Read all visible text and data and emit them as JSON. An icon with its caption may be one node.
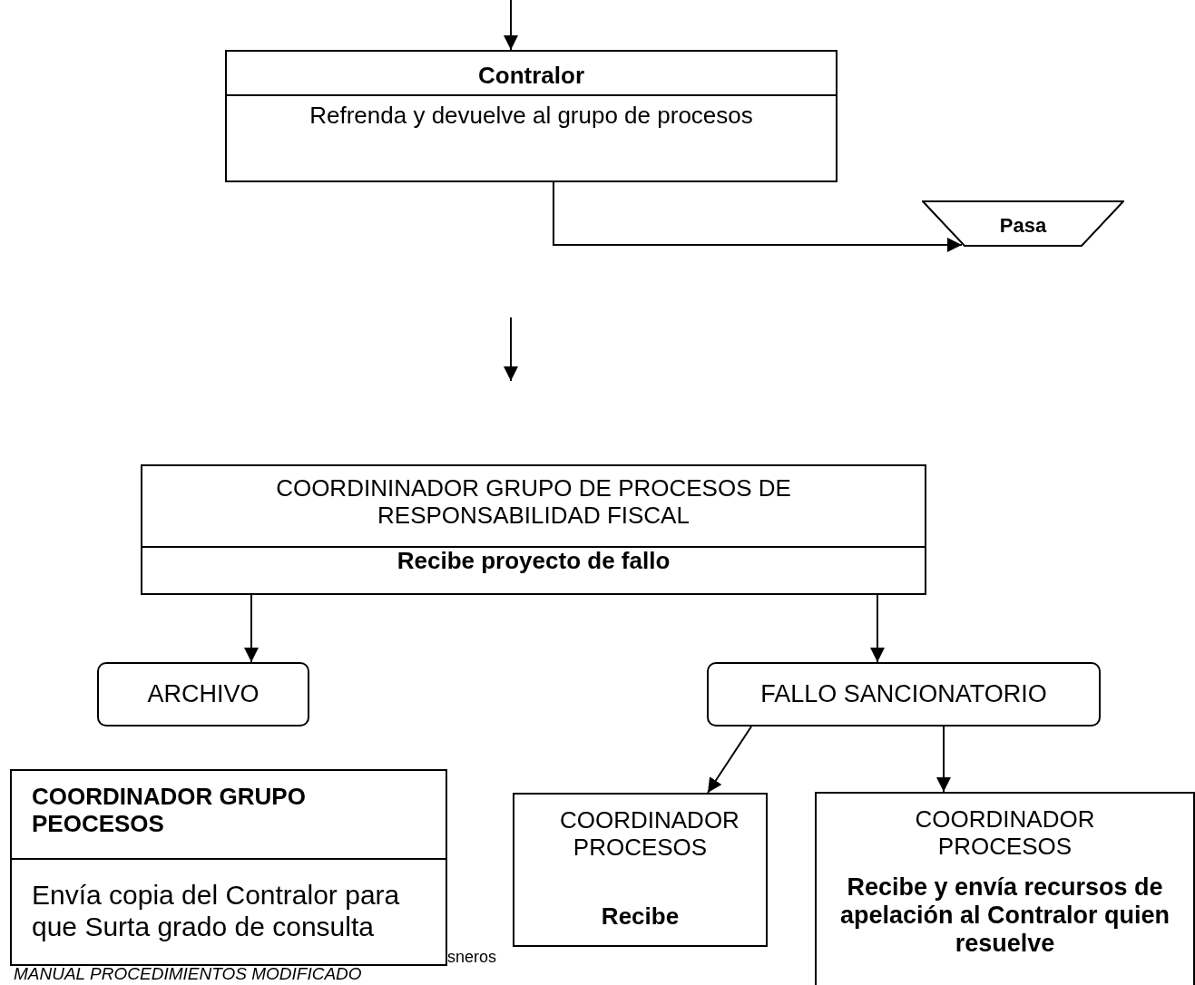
{
  "diagram": {
    "nodes": [
      {
        "text": [
          "Contralor",
          "Refrenda y devuelve al grupo de procesos"
        ]
      },
      {
        "text": [
          "Pasa"
        ]
      },
      {
        "text": [
          "COORDININADOR GRUPO DE PROCESOS DE RESPONSABILIDAD FISCAL",
          "Recibe proyecto de fallo"
        ]
      },
      {
        "text": [
          "ARCHIVO"
        ]
      },
      {
        "text": [
          "FALLO SANCIONATORIO"
        ]
      },
      {
        "text": [
          "COORDINADOR GRUPO PEOCESOS",
          "Envía copia del Contralor para que Surta grado de consulta"
        ]
      },
      {
        "text": [
          "COORDINADOR PROCESOS",
          "Recibe"
        ]
      },
      {
        "text": [
          "COORDINADOR PROCESOS",
          "Recibe y envía recursos de apelación al Contralor quien resuelve"
        ]
      }
    ],
    "edges": [
      {
        "from": null,
        "to": 0,
        "arrow": "to"
      },
      {
        "from": 0,
        "to": 1,
        "arrow": "to"
      },
      {
        "from": 2,
        "to": 3,
        "arrow": "to"
      },
      {
        "from": 2,
        "to": 4,
        "arrow": "to"
      },
      {
        "from": 4,
        "to": 6,
        "arrow": "to"
      },
      {
        "from": 4,
        "to": 7,
        "arrow": "to"
      }
    ],
    "labels": [
      "sneros",
      "MANUAL PROCEDIMIENTOS MODIFICADO"
    ]
  }
}
